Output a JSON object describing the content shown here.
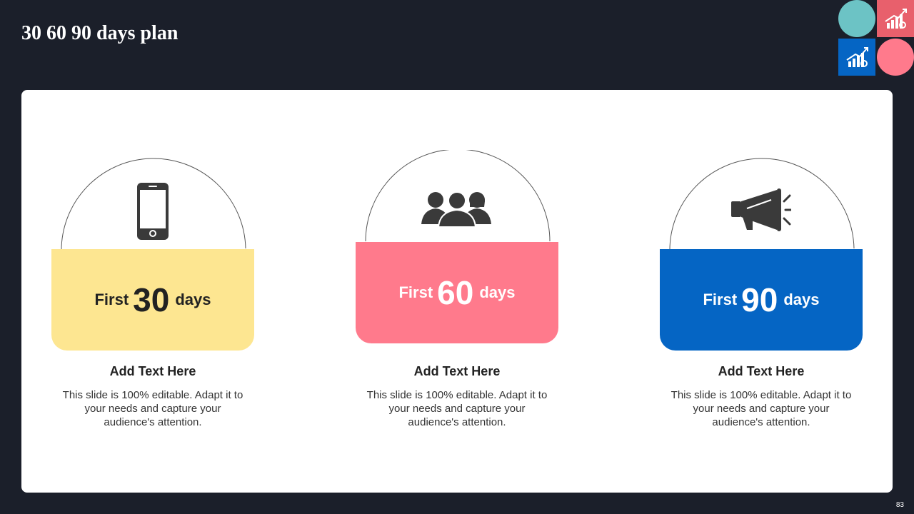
{
  "slide": {
    "title": "30 60 90 days plan",
    "page_number": "83"
  },
  "colors": {
    "background": "#1b1f2a",
    "yellow": "#fde691",
    "pink": "#ff7a8c",
    "blue": "#0565c4",
    "teal": "#6cc3c5",
    "coral": "#e8606c",
    "icon_gray": "#3a3a3a"
  },
  "decorations": [
    {
      "shape": "circle",
      "color": "teal"
    },
    {
      "shape": "square",
      "color": "coral",
      "icon": "growth-chart-icon"
    },
    {
      "shape": "square",
      "color": "blue",
      "icon": "growth-chart-icon"
    },
    {
      "shape": "circle",
      "color": "pink"
    }
  ],
  "cards": [
    {
      "icon": "smartphone-icon",
      "band_color": "yellow",
      "prefix": "First",
      "number": "30",
      "suffix": "days",
      "heading": "Add Text Here",
      "body": "This slide is 100% editable. Adapt it to your needs and capture your audience's attention."
    },
    {
      "icon": "team-icon",
      "band_color": "pink",
      "prefix": "First",
      "number": "60",
      "suffix": "days",
      "heading": "Add Text Here",
      "body": "This slide is 100% editable. Adapt it to your needs and capture your audience's attention."
    },
    {
      "icon": "megaphone-icon",
      "band_color": "blue",
      "prefix": "First",
      "number": "90",
      "suffix": "days",
      "heading": "Add Text Here",
      "body": "This slide is 100% editable. Adapt it to your needs and capture your audience's attention."
    }
  ]
}
